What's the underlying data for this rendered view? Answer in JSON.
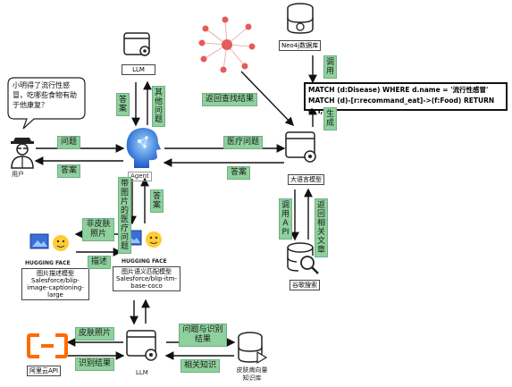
{
  "speech_bubble": "小明得了流行性感冒，吃哪些食物有助于他康复？",
  "user": {
    "label": "用户"
  },
  "agent": {
    "label": "Agent"
  },
  "llm_top": {
    "label": "LLM"
  },
  "llm_bottom": {
    "label": "LLM"
  },
  "neo4j": {
    "label": "Neo4j数据库"
  },
  "big_model": {
    "label": "大语言模型"
  },
  "google": {
    "label": "谷歌搜索"
  },
  "aliyun": {
    "label": "阿里云API"
  },
  "skin_db": {
    "label": "皮肤病向量知识库"
  },
  "hf_left": {
    "brand": "HUGGING FACE",
    "caption": "图片描述模型 Salesforce/blip-image-captioning-large"
  },
  "hf_right": {
    "brand": "HUGGING FACE",
    "caption": "图片语义匹配模型 Salesforce/blip-itm-base-coco"
  },
  "cypher_query": "MATCH (d:Disease) WHERE d.name = '流行性感冒' MATCH (d)-[r:recommand_eat]->(f:Food) RETURN d, r, f",
  "edge_labels": {
    "question": "问题",
    "answer_user": "答案",
    "answer_llm": "答案",
    "other_questions": "其他问题",
    "medical_question": "医疗问题",
    "answer_big": "答案",
    "return_results": "返回查找结果",
    "invoke": "调用",
    "generate": "生成",
    "call_api": "调用API",
    "return_articles": "返回相关文章",
    "image_question": "带图片的医疗问题",
    "answer_img": "答案",
    "non_skin": "非皮肤照片",
    "describe": "描述",
    "skin_photo": "皮肤照片",
    "recognition_result": "识别结果",
    "question_and_result": "问题与识别结果",
    "related_knowledge": "相关知识"
  }
}
